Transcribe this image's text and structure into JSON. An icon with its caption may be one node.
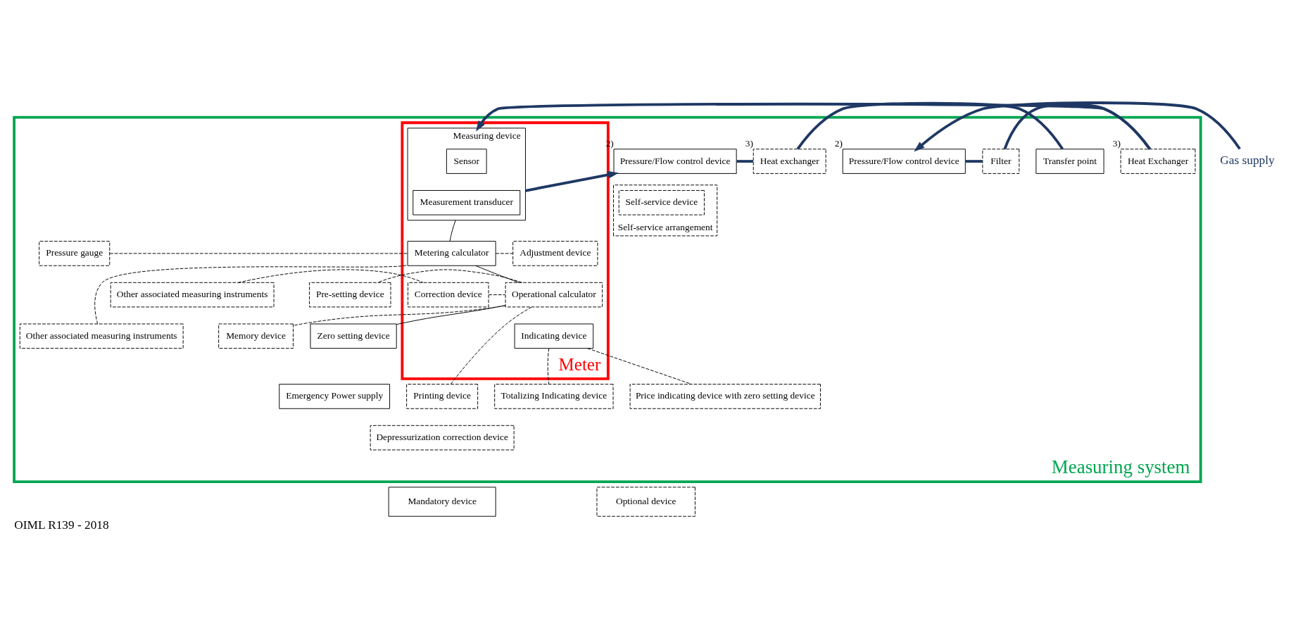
{
  "diagram": {
    "caption": "OIML R139 - 2018",
    "nodes": [
      {
        "text": [
          "Measuring system"
        ]
      },
      {
        "text": [
          "Meter"
        ],
        "in": 0
      },
      {
        "text": [
          "Gas supply"
        ]
      },
      {
        "text": [
          "Pressure/Flow control device"
        ],
        "in": 0,
        "beside": [
          "2)"
        ]
      },
      {
        "text": [
          "Filter"
        ],
        "in": 0
      },
      {
        "text": [
          "Heat Exchanger"
        ],
        "in": 0,
        "beside": [
          "3)"
        ]
      },
      {
        "text": [
          "Measuring device"
        ],
        "in": 1
      },
      {
        "text": [
          "Sensor"
        ],
        "in": 6
      },
      {
        "text": [
          "Measurement transducer"
        ],
        "in": 6
      },
      {
        "text": [
          "Pressure/Flow control device"
        ],
        "in": 0,
        "beside": [
          "2)"
        ]
      },
      {
        "text": [
          "Heat exchanger"
        ],
        "in": 0,
        "beside": [
          "3)"
        ]
      },
      {
        "text": [
          "Transfer point"
        ],
        "in": 0
      },
      {
        "text": [
          "Self-service arrangement"
        ],
        "in": 0
      },
      {
        "text": [
          "Self-service device"
        ],
        "in": 12
      },
      {
        "text": [
          "Pressure gauge"
        ],
        "in": 0
      },
      {
        "text": [
          "Metering calculator"
        ],
        "in": 1
      },
      {
        "text": [
          "Adjustment device"
        ],
        "in": 1
      },
      {
        "text": [
          "Other associated measuring instruments"
        ],
        "in": 0
      },
      {
        "text": [
          "Memory device"
        ],
        "in": 0
      },
      {
        "text": [
          "Other associated measuring instruments"
        ],
        "in": 0
      },
      {
        "text": [
          "Correction device"
        ],
        "in": 1
      },
      {
        "text": [
          "Operational calculator"
        ],
        "in": 1
      },
      {
        "text": [
          "Pre-setting device"
        ],
        "in": 0
      },
      {
        "text": [
          "Zero setting device"
        ],
        "in": 0
      },
      {
        "text": [
          "Indicating device"
        ],
        "in": 1
      },
      {
        "text": [
          "Printing device"
        ],
        "in": 0
      },
      {
        "text": [
          "Totalizing Indicating device"
        ],
        "in": 0
      },
      {
        "text": [
          "Price indicating device with zero setting device"
        ],
        "in": 0
      },
      {
        "text": [
          "Emergency Power supply"
        ],
        "in": 0
      },
      {
        "text": [
          "Depressurization correction device"
        ],
        "in": 0
      }
    ],
    "edges": [
      {
        "from": 2,
        "to": 3,
        "arrow": "to",
        "style": "thick",
        "color": "#1f3864"
      },
      {
        "from": 3,
        "to": 4,
        "arrow": "none",
        "style": "thick",
        "color": "#1f3864"
      },
      {
        "from": 4,
        "to": 5,
        "arrow": "none",
        "style": "thick",
        "color": "#1f3864"
      },
      {
        "from": 5,
        "to": 6,
        "arrow": "to",
        "style": "thick",
        "color": "#1f3864"
      },
      {
        "from": 6,
        "to": 9,
        "arrow": "to",
        "style": "thick",
        "color": "#1f3864"
      },
      {
        "from": 9,
        "to": 10,
        "arrow": "none",
        "style": "thick",
        "color": "#1f3864"
      },
      {
        "from": 10,
        "to": 11,
        "arrow": "none",
        "style": "thick",
        "color": "#1f3864"
      },
      {
        "from": 6,
        "to": 15,
        "arrow": "none"
      },
      {
        "from": 14,
        "to": 15,
        "arrow": "none",
        "style": "dashed"
      },
      {
        "from": 17,
        "to": 15,
        "arrow": "none",
        "style": "dashed"
      },
      {
        "from": 15,
        "to": 16,
        "arrow": "none",
        "style": "dashed"
      },
      {
        "from": 15,
        "to": 21,
        "arrow": "none"
      },
      {
        "from": 21,
        "to": 18,
        "arrow": "none",
        "style": "dashed"
      },
      {
        "from": 21,
        "to": 22,
        "arrow": "none",
        "style": "dashed"
      },
      {
        "from": 21,
        "to": 23,
        "arrow": "none"
      },
      {
        "from": 20,
        "to": 21,
        "arrow": "none",
        "style": "dashed"
      },
      {
        "from": 19,
        "to": 20,
        "arrow": "none",
        "style": "dashed"
      },
      {
        "from": 21,
        "to": 25,
        "arrow": "none",
        "style": "dashed"
      },
      {
        "from": 24,
        "to": 26,
        "arrow": "none",
        "style": "dashed"
      },
      {
        "from": 24,
        "to": 27,
        "arrow": "none",
        "style": "dashed"
      }
    ],
    "legend": [
      {
        "text": "Mandatory device"
      },
      {
        "text": "Optional device"
      }
    ]
  }
}
